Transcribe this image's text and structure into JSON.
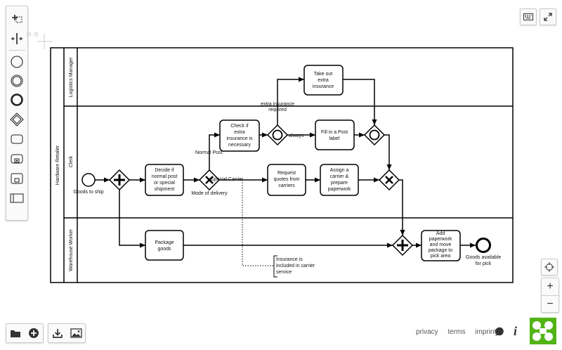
{
  "palette": {
    "items": [
      {
        "name": "create-lane-tool",
        "icon": "lasso-icon"
      },
      {
        "name": "space-tool",
        "icon": "space-tool-icon"
      },
      {
        "name": "start-event-tool",
        "icon": "start-event-icon"
      },
      {
        "name": "intermediate-event-tool",
        "icon": "intermediate-event-icon"
      },
      {
        "name": "end-event-tool",
        "icon": "end-event-icon"
      },
      {
        "name": "gateway-tool",
        "icon": "gateway-icon"
      },
      {
        "name": "task-tool",
        "icon": "task-icon"
      },
      {
        "name": "subprocess-tool",
        "icon": "subprocess-icon"
      },
      {
        "name": "collapsed-pool-tool",
        "icon": "collapsed-pool-icon"
      },
      {
        "name": "pool-tool",
        "icon": "pool-icon"
      }
    ]
  },
  "coords": "(0, 0)",
  "pool": {
    "name": "Hardware Retailer"
  },
  "lanes": {
    "logistics": "Logistics Manager",
    "clerk": "Clerk",
    "warehouse": "Warehouse Worker"
  },
  "tasks": {
    "decide": [
      "Decide if",
      "normal post",
      "or special",
      "shipment"
    ],
    "check": [
      "Check if",
      "extra",
      "insurance is",
      "necessary"
    ],
    "take_out": [
      "Take out",
      "extra",
      "insurance"
    ],
    "fill_post": [
      "Fill in a Post",
      "label"
    ],
    "request": [
      "Request",
      "quotes from",
      "carriers"
    ],
    "assign": [
      "Assign a",
      "carrier &",
      "prepare",
      "paperwork"
    ],
    "package": [
      "Package",
      "goods"
    ],
    "add_paperwork": [
      "Add",
      "paperwork",
      "and move",
      "package to",
      "pick area"
    ]
  },
  "events": {
    "start": "Goods to ship",
    "end": [
      "Goods available",
      "for pick"
    ]
  },
  "gateway_labels": {
    "mode": "Mode of delivery",
    "extra_ins": [
      "extra insurance",
      "required"
    ]
  },
  "flow_labels": {
    "normal_post": "Normal Post",
    "special_carrier": "Special Carrier",
    "always": "always"
  },
  "annotation": [
    "Insurance is",
    "included in carrier",
    "service"
  ],
  "footer": {
    "privacy": "privacy",
    "terms": "terms",
    "imprint": "imprint"
  },
  "zoom": {
    "in": "+",
    "out": "−"
  }
}
